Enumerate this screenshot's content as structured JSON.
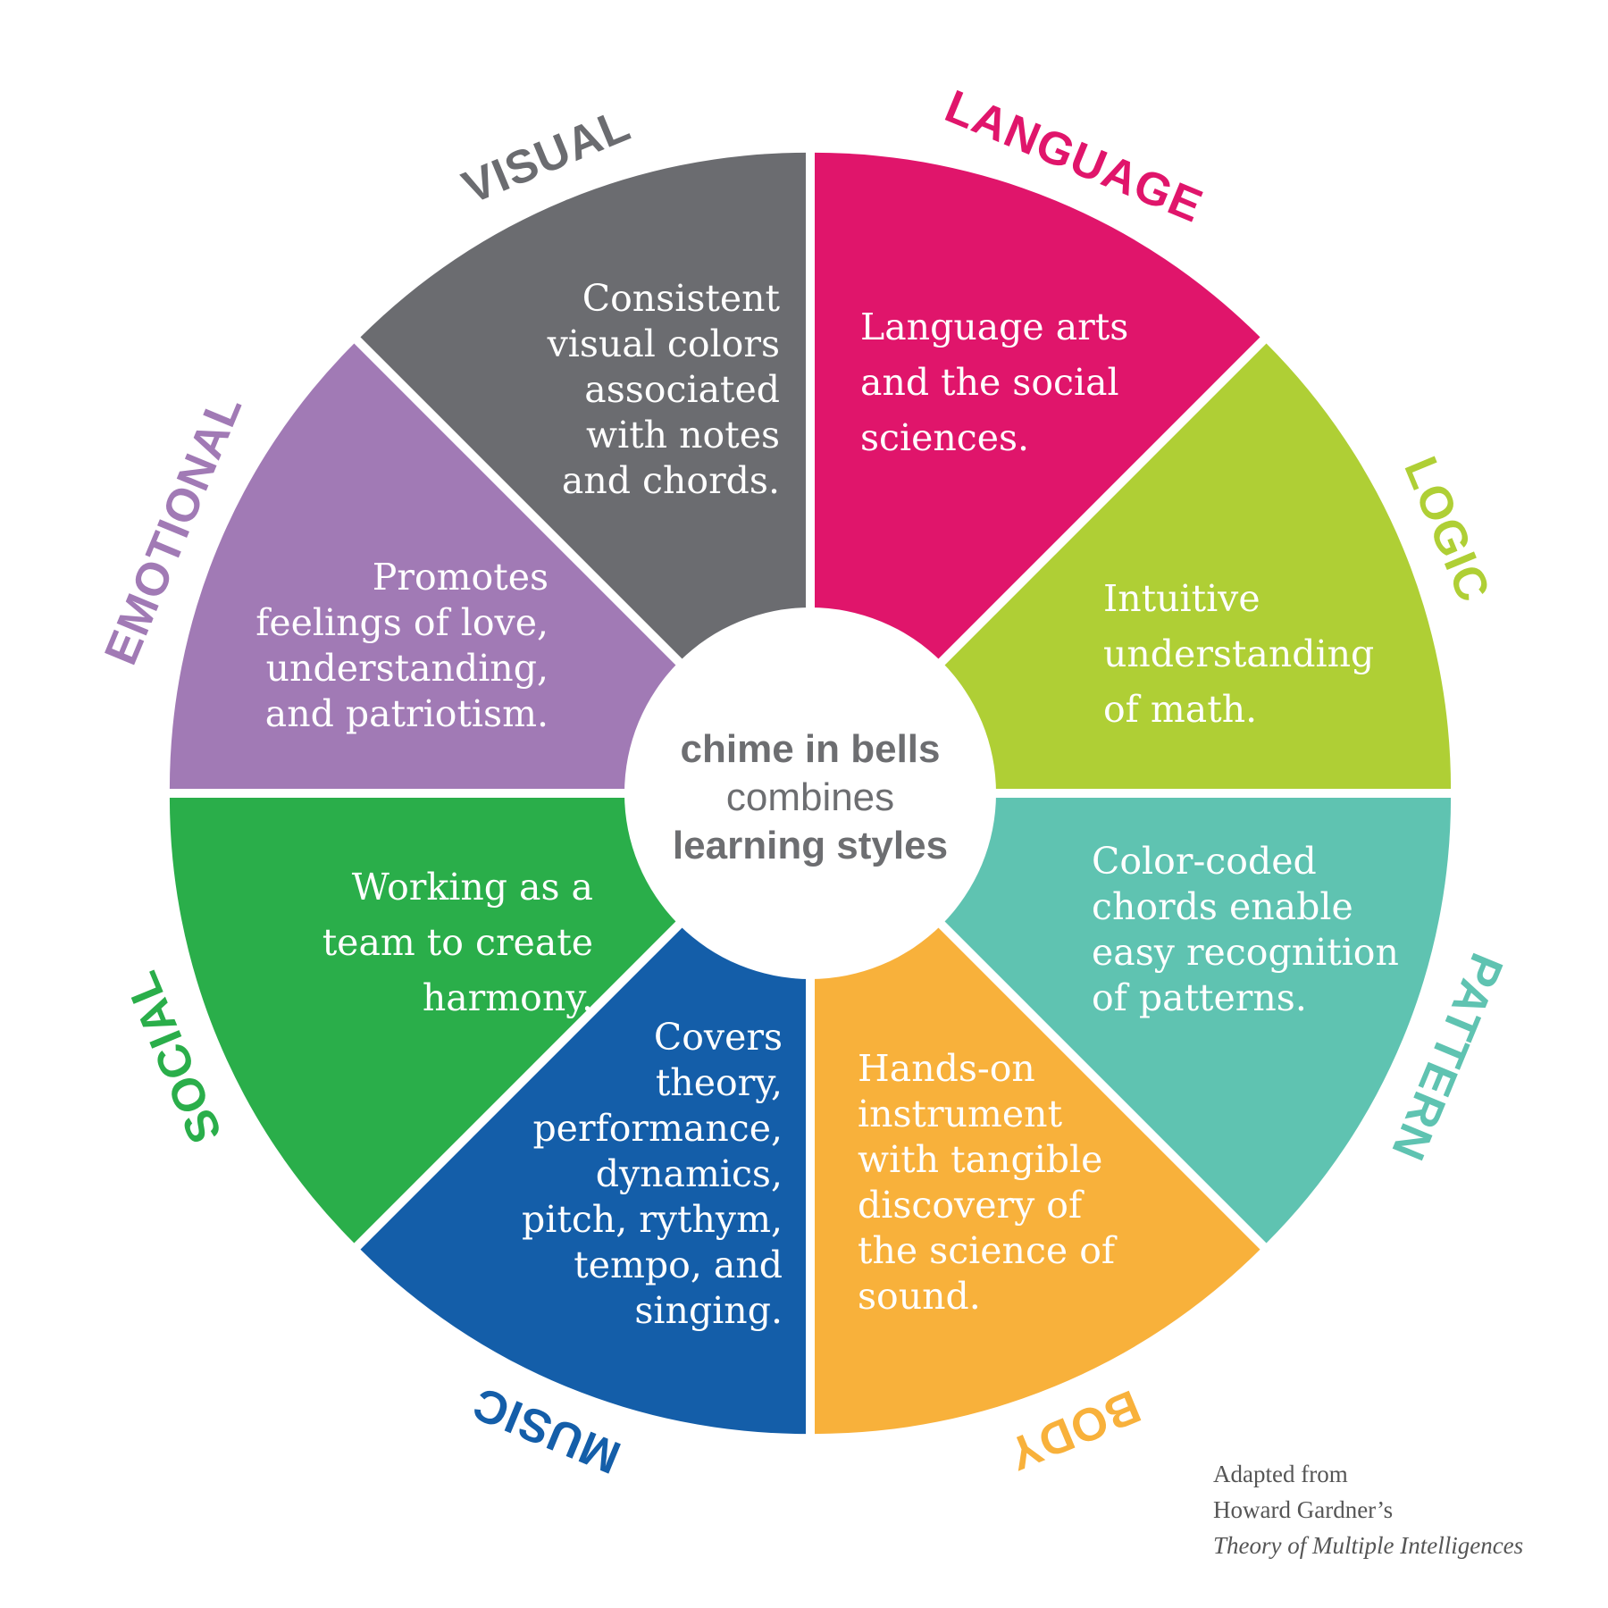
{
  "center": {
    "line1": "chime in bells",
    "line2": "combines",
    "line3": "learning styles"
  },
  "segments": [
    {
      "id": "language",
      "label": "LANGUAGE",
      "color": "#e0156b",
      "text": [
        "Language arts",
        "and the social",
        "sciences."
      ]
    },
    {
      "id": "logic",
      "label": "LOGIC",
      "color": "#afcf35",
      "text": [
        "Intuitive",
        "understanding",
        "of math."
      ]
    },
    {
      "id": "pattern",
      "label": "PATTERN",
      "color": "#5fc3b1",
      "text": [
        "Color-coded",
        "chords enable",
        "easy recognition",
        "of patterns."
      ]
    },
    {
      "id": "body",
      "label": "BODY",
      "color": "#f8b13b",
      "text": [
        "Hands-on",
        "instrument",
        "with tangible",
        "discovery of",
        "the science of",
        "sound."
      ]
    },
    {
      "id": "music",
      "label": "MUSIC",
      "color": "#145ea9",
      "text": [
        "Covers",
        "theory,",
        "performance,",
        "dynamics,",
        "pitch, rythym,",
        "tempo, and",
        "singing."
      ]
    },
    {
      "id": "social",
      "label": "SOCIAL",
      "color": "#2aae4a",
      "text": [
        "Working as a",
        "team to create",
        "harmony."
      ]
    },
    {
      "id": "emotional",
      "label": "EMOTIONAL",
      "color": "#a17ab5",
      "text": [
        "Promotes",
        "feelings of love,",
        "understanding,",
        "and patriotism."
      ]
    },
    {
      "id": "visual",
      "label": "VISUAL",
      "color": "#6b6c70",
      "text": [
        "Consistent",
        "visual colors",
        "associated",
        "with notes",
        "and chords."
      ]
    }
  ],
  "credit": {
    "line1": "Adapted from",
    "line2": "Howard Gardner’s",
    "line3": "Theory of Multiple Intelligences"
  }
}
